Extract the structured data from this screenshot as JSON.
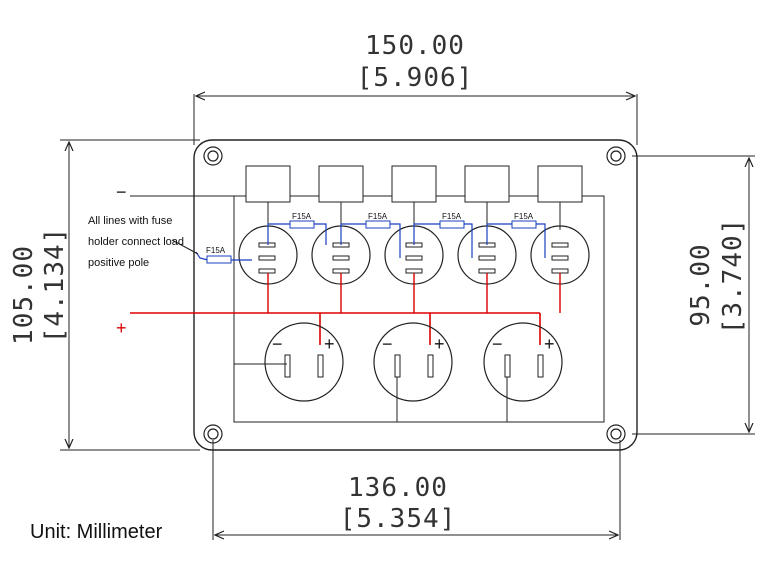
{
  "dimensions": {
    "top_mm": "150.00",
    "top_in": "[5.906]",
    "bottom_mm": "136.00",
    "bottom_in": "[5.354]",
    "left_mm": "105.00",
    "left_in": "[4.134]",
    "right_mm": "95.00",
    "right_in": "[3.740]"
  },
  "labels": {
    "neg_rail": "−",
    "pos_rail": "+",
    "note_line1": "All lines with fuse",
    "note_line2": "holder connect load",
    "note_line3": "positive pole",
    "unit": "Unit: Millimeter"
  },
  "fuses": [
    "F15A",
    "F15A",
    "F15A",
    "F15A",
    "F15A"
  ],
  "socket_signs": {
    "minus": "−",
    "plus": "+"
  },
  "colors": {
    "line": "#222222",
    "positive_wire": "#dd0000",
    "fuse_wire": "#1a3fbf",
    "dim_text": "#333333"
  }
}
